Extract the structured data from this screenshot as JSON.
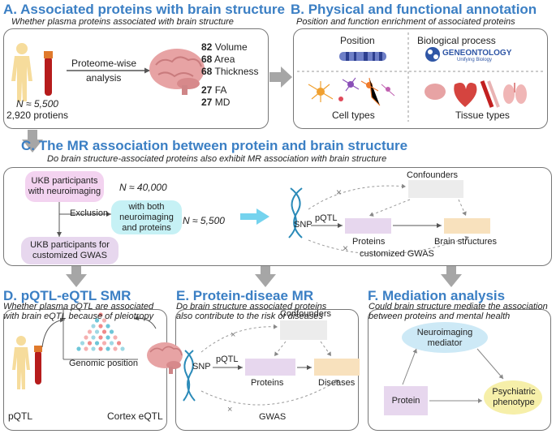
{
  "panel_a": {
    "title": "A. Associated proteins with brain structure",
    "subtitle": "Whether plasma proteins associated with brain structure",
    "arrow_label_1": "Proteome-wise",
    "arrow_label_2": "analysis",
    "n_label": "N ≈ 5,500",
    "proteins_label": "2,920 protiens",
    "metrics": [
      {
        "count": "82",
        "name": "Volume"
      },
      {
        "count": "68",
        "name": "Area"
      },
      {
        "count": "68",
        "name": "Thickness"
      },
      {
        "count": "27",
        "name": "FA"
      },
      {
        "count": "27",
        "name": "MD"
      }
    ]
  },
  "panel_b": {
    "title": "B. Physical and functional annotation",
    "subtitle": "Position and function enrichment of associated proteins",
    "position": "Position",
    "bio_process": "Biological process",
    "cell_types": "Cell types",
    "tissue_types": "Tissue types",
    "logo_name": "GENEONTOLOGY",
    "logo_tag": "Unifying Biology"
  },
  "panel_c": {
    "title": "C. The MR association between protein and brain structure",
    "subtitle": "Do brain structure-associated proteins also exhibit MR association with brain structure",
    "ukb_neuro": "UKB participants with neuroimaging",
    "n_40000": "N ≈ 40,000",
    "exclusion": "Exclusion",
    "both": "with both neuroimaging and proteins",
    "n_5500": "N ≈ 5,500",
    "ukb_gwas": "UKB participants for customized GWAS",
    "confounders": "Confounders",
    "snp": "SNP",
    "pqtl": "pQTL",
    "proteins": "Proteins",
    "brain_structures": "Brain structures",
    "gwas": "customized GWAS"
  },
  "panel_d": {
    "title": "D. pQTL-eQTL SMR",
    "subtitle_1": "Whether plasma pQTL are associated",
    "subtitle_2": "with brain eQTL because of pleiotropy",
    "genomic_position": "Genomic position",
    "pqtl": "pQTL",
    "cortex": "Cortex eQTL"
  },
  "panel_e": {
    "title": "E. Protein-diseae MR",
    "subtitle_1": "Do brain structure associated proteins",
    "subtitle_2": "also contribute to the risk of diseases",
    "confounders": "Confounders",
    "snp": "SNP",
    "pqtl": "pQTL",
    "proteins": "Proteins",
    "diseases": "Diseases",
    "gwas": "GWAS"
  },
  "panel_f": {
    "title": "F. Mediation analysis",
    "subtitle_1": "Could brain structure mediate the association",
    "subtitle_2": "between proteins and mental health",
    "mediator": "Neuroimaging mediator",
    "protein": "Protein",
    "psychiatric": "Psychiatric phenotype"
  },
  "colors": {
    "title_blue": "#3b7fc4",
    "pink": "#f3d3f0",
    "cyan": "#c6f1f5",
    "lavender": "#e7d7ee",
    "peach": "#f8e1bd",
    "grey_box": "#ececec",
    "light_blue_ellipse": "#cde9f6",
    "yellow_ellipse": "#f6efa9"
  }
}
